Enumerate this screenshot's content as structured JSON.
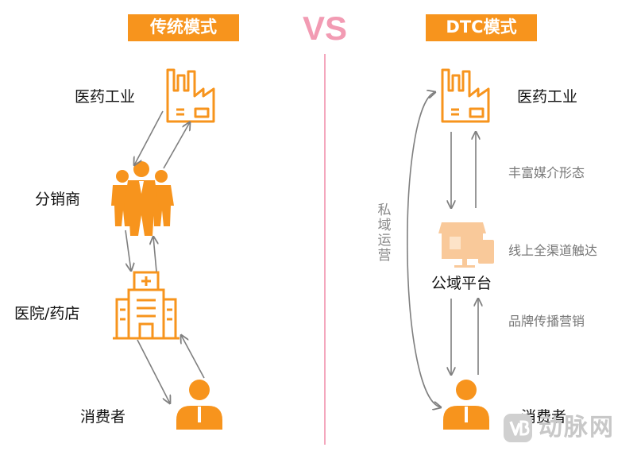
{
  "left": {
    "header": "传统模式",
    "nodes": {
      "industry": "医药工业",
      "distributor": "分销商",
      "hospital": "医院/药店",
      "consumer": "消费者"
    }
  },
  "vs_text": "VS",
  "right": {
    "header": "DTC模式",
    "nodes": {
      "industry": "医药工业",
      "platform": "公域平台",
      "consumer": "消费者"
    },
    "side_labels": {
      "media": "丰富媒介形态",
      "channels": "线上全渠道触达",
      "brand": "品牌传播营销"
    },
    "private_domain": "私域运营"
  },
  "watermark": "动脉网",
  "colors": {
    "accent": "#f7941d",
    "icon": "#f7941d",
    "icon_faded": "#f9c99a",
    "arrow": "#7f7f7f",
    "vs": "#f29bb3",
    "divider": "#f4a7bd"
  }
}
